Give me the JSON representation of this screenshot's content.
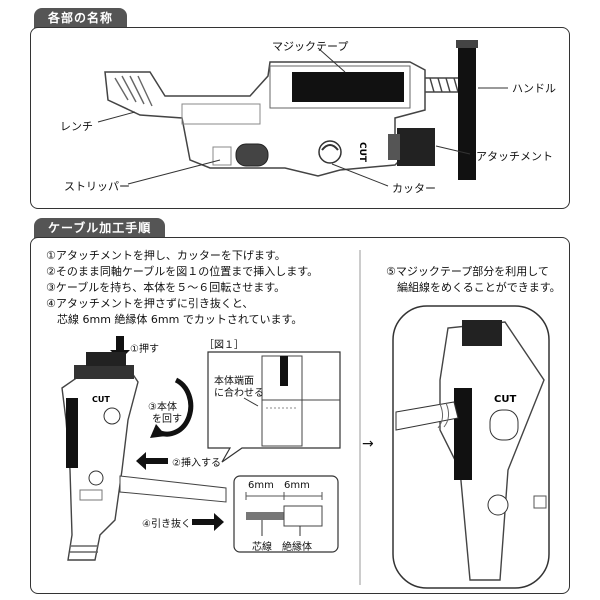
{
  "section1": {
    "title": "各部の名称",
    "labels": {
      "magic_tape": "マジックテープ",
      "wrench": "レンチ",
      "handle": "ハンドル",
      "attachment": "アタッチメント",
      "stripper": "ストリッパー",
      "cutter": "カッター",
      "cut_mark": "CUT"
    }
  },
  "section2": {
    "title": "ケーブル加工手順",
    "steps": [
      "①アタッチメントを押し、カッターを下げます。",
      "②そのまま同軸ケーブルを図１の位置まで挿入します。",
      "③ケーブルを持ち、本体を５～６回転させます。",
      "④アタッチメントを押さずに引き抜くと、",
      "　芯線 6mm 絶縁体 6mm でカットされています。"
    ],
    "step5": [
      "⑤マジックテープ部分を利用して",
      "　編組線をめくることができます。"
    ],
    "diagram": {
      "push": "①押す",
      "rotate_1": "③本体",
      "rotate_2": "を回す",
      "insert": "②挿入する",
      "pull": "④引き抜く",
      "cut_mark": "CUT",
      "fig_title": "［図１］",
      "align_1": "本体端面",
      "align_2": "に合わせる",
      "dim_core": "6mm",
      "dim_insul": "6mm",
      "core_label": "芯線",
      "insul_label": "絶縁体",
      "arrow_glyph": "→"
    }
  }
}
